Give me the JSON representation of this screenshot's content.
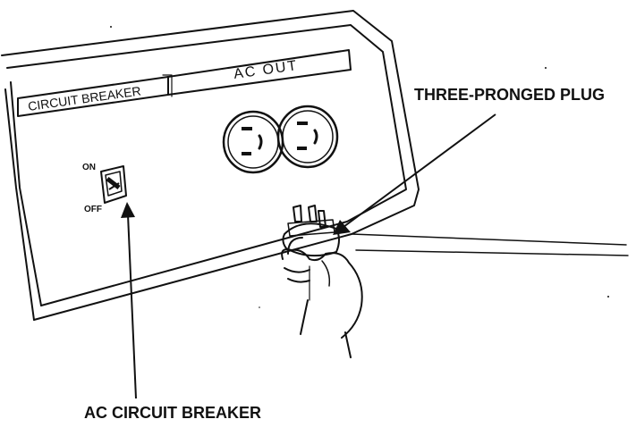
{
  "panel": {
    "breaker_header": "CIRCUIT BREAKER",
    "outlet_header": "AC OUT",
    "switch_on_label": "ON",
    "switch_off_label": "OFF"
  },
  "callouts": {
    "plug": "THREE-PRONGED PLUG",
    "breaker": "AC CIRCUIT BREAKER"
  }
}
